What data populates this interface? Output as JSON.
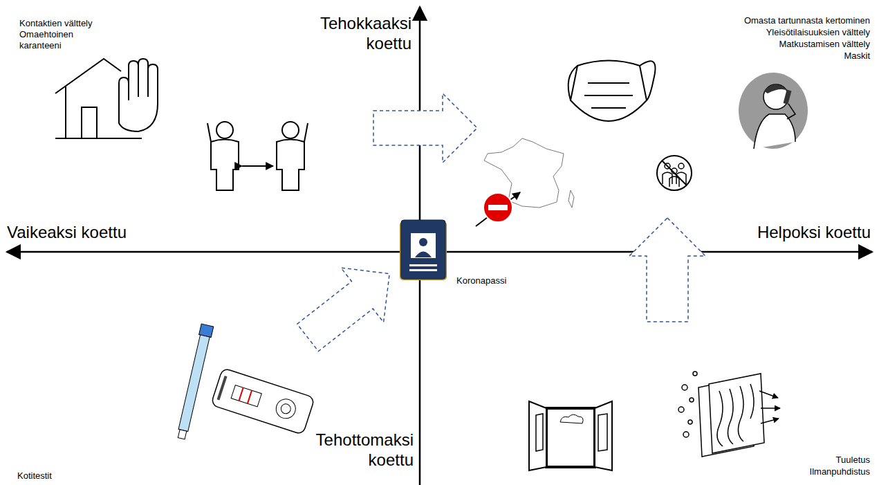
{
  "diagram": {
    "labels": [
      "Tehokkaaksi koettu",
      "Tehottomaksi koettu",
      "Vaikeaksi koettu",
      "Helpoksi koettu",
      "Kontaktien välttely",
      "Omaehtoinen karanteeni",
      "Omasta tartunnasta kertominen",
      "Yleisötilaisuuksien välttely",
      "Matkustamisen välttely",
      "Maskit",
      "Koronapassi",
      "Kotitestit",
      "Tuuletus",
      "Ilmanpuhdistus"
    ]
  }
}
